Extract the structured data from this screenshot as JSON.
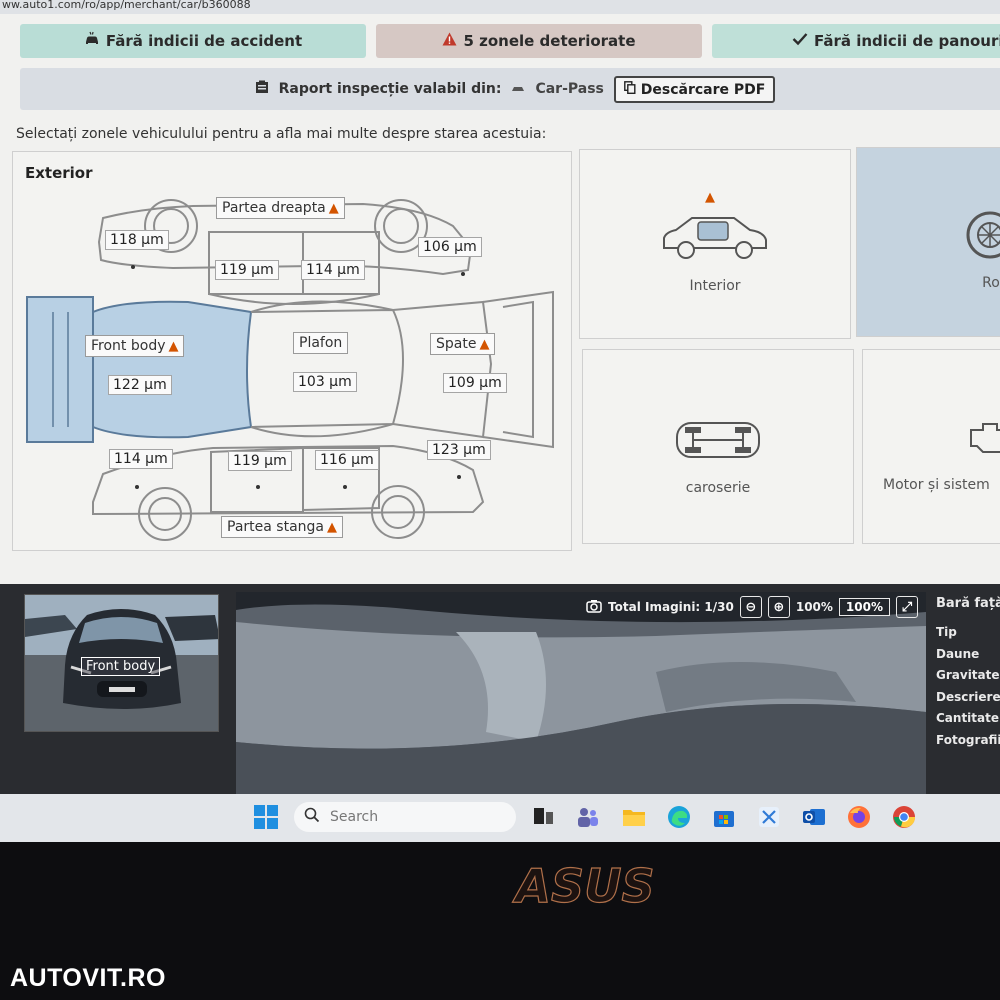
{
  "browser": {
    "url": "ww.auto1.com/ro/app/merchant/car/b360088"
  },
  "badges": {
    "accident": "Fără indicii de accident",
    "damage": "5 zonele deteriorate",
    "panels": "Fără indicii de panouri revo"
  },
  "report": {
    "label": "Raport inspecție valabil din:",
    "source": "Car-Pass",
    "download_label": "Descărcare PDF"
  },
  "instructions": "Selectați zonele vehiculului pentru a afla mai multe despre starea acestuia:",
  "exterior": {
    "title": "Exterior",
    "zones": {
      "right_side": "Partea dreapta",
      "front_body": "Front body",
      "roof": "Plafon",
      "rear": "Spate",
      "left_side": "Partea stanga"
    },
    "measurements": {
      "right_front": "118 µm",
      "right_front_door": "119 µm",
      "right_rear_door": "114 µm",
      "right_rear": "106 µm",
      "front": "122 µm",
      "roof": "103 µm",
      "rear": "109 µm",
      "left_front": "114 µm",
      "left_front_door": "119 µm",
      "left_rear_door": "116 µm",
      "left_rear": "123 µm"
    }
  },
  "categories": {
    "interior": "Interior",
    "wheels": "Ro",
    "body": "caroserie",
    "engine": "Motor și sistem"
  },
  "gallery": {
    "thumb_label": "Front body",
    "total_images": "Total Imagini: 1/30",
    "zoom_text": "100%",
    "zoom_value": "100%"
  },
  "detail": {
    "title": "Bară față",
    "rows": [
      "Tip",
      "Daune",
      "Gravitate",
      "Descriere",
      "Cantitate",
      "Fotografii"
    ]
  },
  "taskbar": {
    "search_placeholder": "Search"
  },
  "bezel": {
    "logo": "ASUS",
    "watermark": "AUTOVIT.RO"
  },
  "colors": {
    "badge_green": "#b9ddd6",
    "badge_red": "#d6c8c4",
    "selected_zone": "#b8d0e4",
    "warning": "#d35400"
  }
}
